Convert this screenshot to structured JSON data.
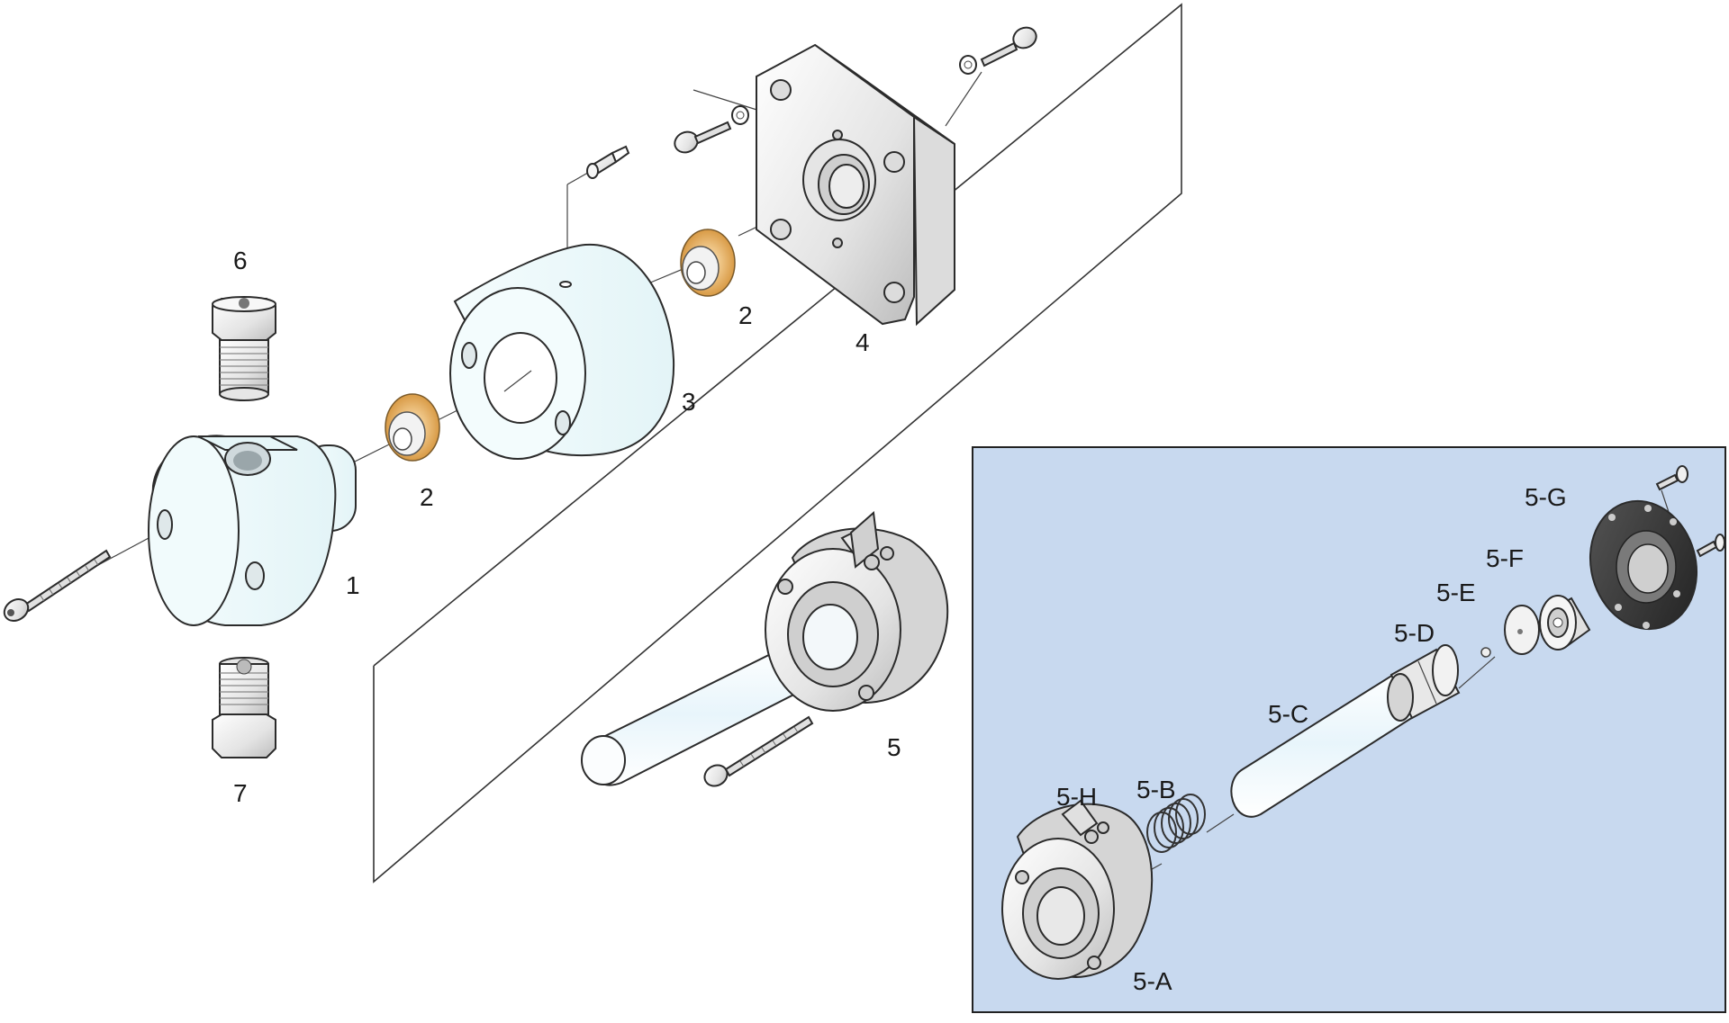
{
  "labels": {
    "p1": "1",
    "p2a": "2",
    "p2b": "2",
    "p3": "3",
    "p4": "4",
    "p5": "5",
    "p6": "6",
    "p7": "7"
  },
  "inset": {
    "background": "#c8d9ef",
    "labels": {
      "a": "5-A",
      "b": "5-B",
      "c": "5-C",
      "d": "5-D",
      "e": "5-E",
      "f": "5-F",
      "g": "5-G",
      "h": "5-H"
    }
  },
  "colors": {
    "seal": "#e0a85a",
    "metal_light": "#f2f2f2",
    "metal_mid": "#d6d6d6",
    "metal_dark": "#3a3a3a",
    "body_tint": "#eef9fb"
  }
}
